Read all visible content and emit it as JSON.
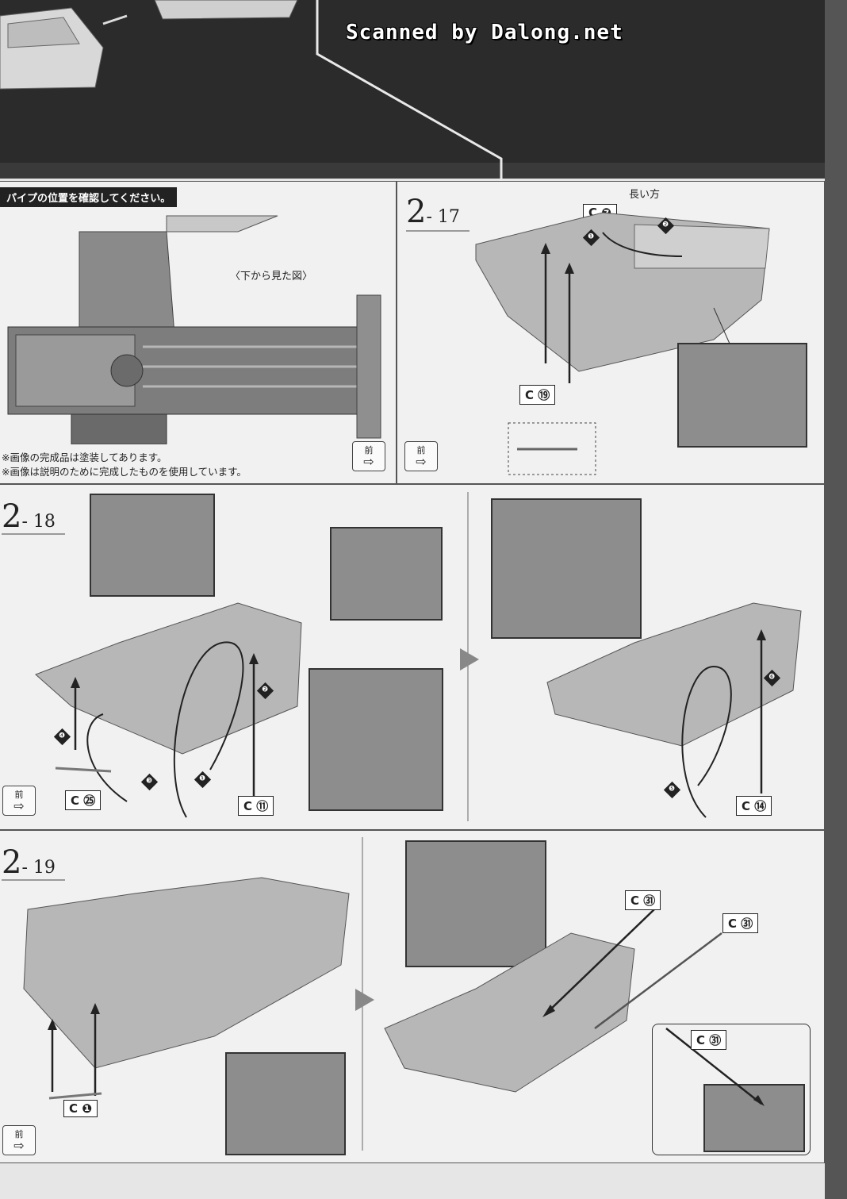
{
  "header": {
    "scan_credit": "Scanned by Dalong.net"
  },
  "notice_panel": {
    "heading": "パイプの位置を確認してください。",
    "view_caption": "〈下から見た図〉",
    "note_1": "※画像の完成品は塗装してあります。",
    "note_2": "※画像は説明のために完成したものを使用しています。",
    "front_label": "前"
  },
  "steps": {
    "s17": {
      "major": "2",
      "minor": "- 17",
      "long_side": "長い方",
      "part_a": "C ❼",
      "part_b": "C ⑲",
      "front_label": "前",
      "order": [
        "❶",
        "❷"
      ]
    },
    "s18": {
      "major": "2",
      "minor": "- 18",
      "part_a": "C ㉕",
      "part_b": "C ⑪",
      "part_c": "C ⑭",
      "front_label": "前",
      "order": [
        "❶",
        "❷",
        "❸",
        "❹",
        "❺",
        "❻"
      ]
    },
    "s19": {
      "major": "2",
      "minor": "- 19",
      "part_a": "C ❶",
      "part_b": "C ㉛",
      "part_c": "C ㉛",
      "part_d": "C ㉛",
      "front_label": "前"
    }
  },
  "colors": {
    "background": "#e6e6e6",
    "top_band": "#2b2b2b",
    "panel": "#f1f1f1",
    "ink": "#222222",
    "photo": "#8d8d8d"
  }
}
